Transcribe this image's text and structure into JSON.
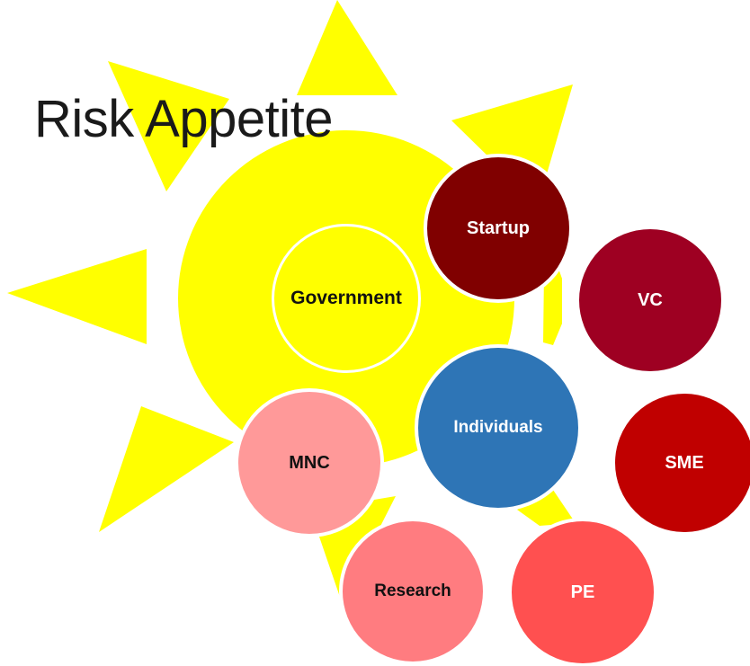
{
  "title": "Risk Appetite",
  "colors": {
    "sun": "#ffff00",
    "startup": "#800000",
    "vc": "#9e0022",
    "individuals": "#2e75b6",
    "sme": "#c00000",
    "mnc": "#ff9999",
    "research": "#ff7c80",
    "pe": "#ff5050"
  },
  "nodes": [
    {
      "id": "government",
      "label": "Government"
    },
    {
      "id": "startup",
      "label": "Startup"
    },
    {
      "id": "vc",
      "label": "VC"
    },
    {
      "id": "individuals",
      "label": "Individuals"
    },
    {
      "id": "sme",
      "label": "SME"
    },
    {
      "id": "mnc",
      "label": "MNC"
    },
    {
      "id": "research",
      "label": "Research"
    },
    {
      "id": "pe",
      "label": "PE"
    }
  ]
}
